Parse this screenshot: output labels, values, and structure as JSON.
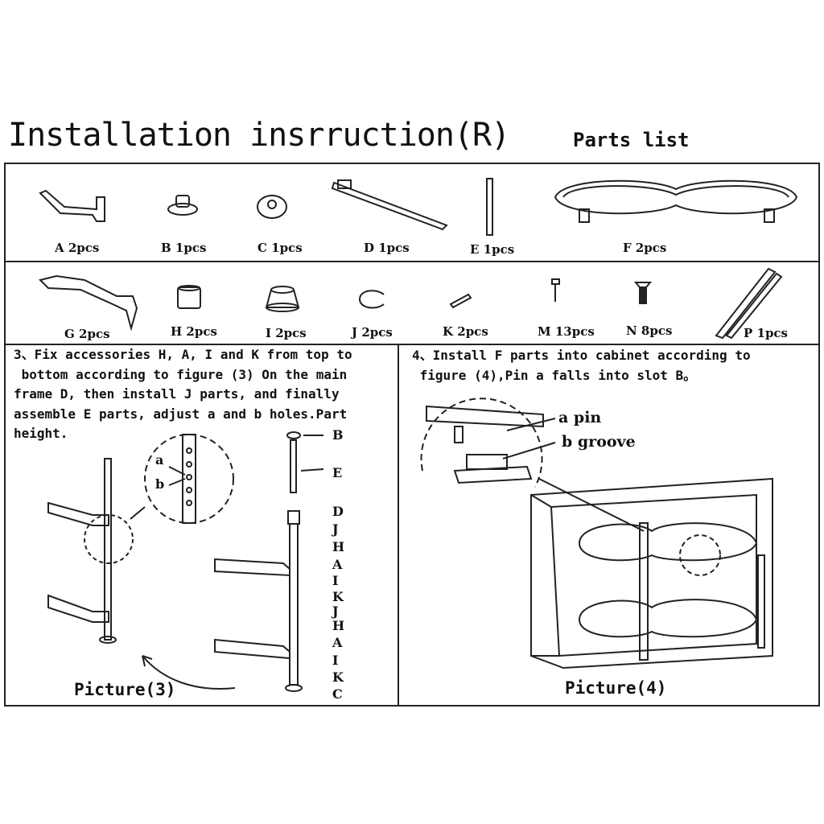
{
  "header": {
    "title": "Installation insrruction(R)",
    "parts_list": "Parts list"
  },
  "parts_row1": [
    {
      "id": "A",
      "label": "A 2pcs"
    },
    {
      "id": "B",
      "label": "B 1pcs"
    },
    {
      "id": "C",
      "label": "C 1pcs"
    },
    {
      "id": "D",
      "label": "D 1pcs"
    },
    {
      "id": "E",
      "label": "E 1pcs"
    },
    {
      "id": "F",
      "label": "F 2pcs"
    }
  ],
  "parts_row2": [
    {
      "id": "G",
      "label": "G 2pcs"
    },
    {
      "id": "H",
      "label": "H 2pcs"
    },
    {
      "id": "I",
      "label": "I 2pcs"
    },
    {
      "id": "J",
      "label": "J 2pcs"
    },
    {
      "id": "K",
      "label": "K 2pcs"
    },
    {
      "id": "M",
      "label": "M 13pcs"
    },
    {
      "id": "N",
      "label": "N 8pcs"
    },
    {
      "id": "P",
      "label": "P 1pcs"
    }
  ],
  "step3": {
    "text": "3、Fix accessories H, A, I and K from top to\n bottom according to figure (3) On the main\nframe D, then install J parts, and finally\nassemble E parts, adjust a and b holes.Part\nheight.",
    "hole_a": "a",
    "hole_b": "b",
    "callouts": [
      "B",
      "E",
      "D",
      "J",
      "H",
      "A",
      "I",
      "K",
      "J",
      "H",
      "A",
      "I",
      "K",
      "C"
    ],
    "caption": "Picture(3)"
  },
  "step4": {
    "text": "4、Install F parts into cabinet according to\n figure (4),Pin a falls into slot B。",
    "pin": "a pin",
    "groove": "b groove",
    "caption": "Picture(4)"
  }
}
